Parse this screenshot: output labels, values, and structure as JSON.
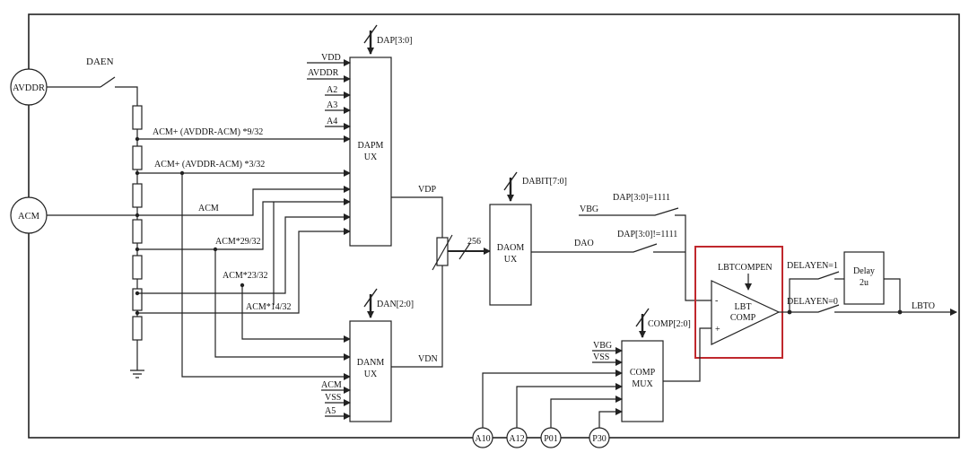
{
  "pins": {
    "avddr": "AVDDR",
    "acm": "ACM",
    "a10": "A10",
    "a12": "A12",
    "p01": "P01",
    "p30": "P30"
  },
  "switch_labels": {
    "daen": "DAEN",
    "vbg_sw": "DAP[3:0]=1111",
    "dao_sw": "DAP[3:0]!=1111",
    "delay_on": "DELAYEN=1",
    "delay_off": "DELAYEN=0"
  },
  "taps": {
    "t1": "ACM+ (AVDDR-ACM) *9/32",
    "t2": "ACM+ (AVDDR-ACM) *3/32",
    "t3": "ACM",
    "t4": "ACM*29/32",
    "t5": "ACM*23/32",
    "t6": "ACM*14/32"
  },
  "dapmux": {
    "name_line1": "DAPM",
    "name_line2": "UX",
    "bus": "DAP[3:0]",
    "inputs": [
      "VDD",
      "AVDDR",
      "A2",
      "A3",
      "A4"
    ]
  },
  "danmux": {
    "name_line1": "DANM",
    "name_line2": "UX",
    "bus": "DAN[2:0]",
    "inputs": [
      "ACM",
      "VSS",
      "A5"
    ]
  },
  "daomux": {
    "name_line1": "DAOM",
    "name_line2": "UX",
    "bus": "DABIT[7:0]",
    "bus_width": "256"
  },
  "compmux": {
    "name_line1": "COMP",
    "name_line2": "MUX",
    "bus": "COMP[2:0]",
    "inputs": [
      "VBG",
      "VSS"
    ]
  },
  "comparator": {
    "line1": "LBT",
    "line2": "COMP",
    "enable": "LBTCOMPEN",
    "minus": "-",
    "plus": "+"
  },
  "delay": {
    "line1": "Delay",
    "line2": "2u"
  },
  "nets": {
    "vdp": "VDP",
    "vdn": "VDN",
    "vbg": "VBG",
    "dao": "DAO",
    "lbto": "LBTO"
  },
  "colors": {
    "highlight": "#c0282d",
    "wire": "#222222"
  }
}
